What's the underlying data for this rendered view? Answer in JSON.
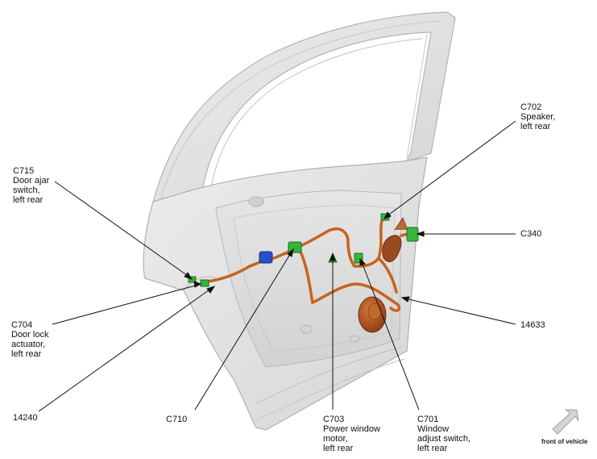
{
  "labels": {
    "c715": [
      "C715",
      "Door ajar",
      "switch,",
      "left rear"
    ],
    "c704": [
      "C704",
      "Door lock",
      "actuator,",
      "left rear"
    ],
    "n14240": [
      "14240"
    ],
    "c710": [
      "C710"
    ],
    "c703": [
      "C703",
      "Power window",
      "motor,",
      "left rear"
    ],
    "c701": [
      "C701",
      "Window",
      "adjust switch,",
      "left rear"
    ],
    "c702": [
      "C702",
      "Speaker,",
      "left rear"
    ],
    "c340": [
      "C340"
    ],
    "n14633": [
      "14633"
    ]
  },
  "front_indicator": {
    "text": "front of vehicle",
    "icon": "arrow-up-right-icon"
  },
  "colors": {
    "door_fill": "#dedede",
    "door_edge": "#b4b4b4",
    "harness": "#c8621e",
    "connector": "#38b43a",
    "blue_connector": "#2a50c8",
    "speaker": "#b4541e"
  }
}
